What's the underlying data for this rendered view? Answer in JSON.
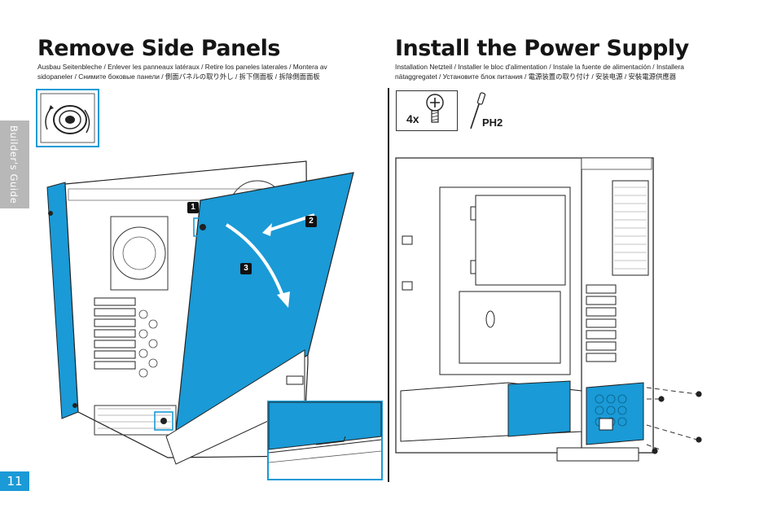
{
  "page": {
    "number": "11",
    "side_tab": "Builder's Guide"
  },
  "colors": {
    "accent": "#1a9ad6",
    "ink": "#1a1a1a",
    "tab_gray": "#b8b8b8"
  },
  "left": {
    "title": "Remove Side Panels",
    "subtitle_line1": "Ausbau Seitenbleche / Enlever les panneaux latéraux / Retire los paneles laterales / Montera av",
    "subtitle_line2": "sidopaneler / Снимите боковые панели / 側面パネルの取り外し / 拆下侧面板 / 拆除側面面板",
    "steps": [
      "1",
      "2",
      "3"
    ]
  },
  "right": {
    "title": "Install the Power Supply",
    "subtitle_line1": "Installation Netzteil / Installer le bloc d'alimentation / Instale la fuente de alimentación / Installera",
    "subtitle_line2": "nätaggregatet / Установите блок питания / 電源装置の取り付け / 安装电源 / 安裝電源供應器",
    "screw_qty": "4x",
    "screwdriver": "PH2"
  },
  "icons": [
    "thumbscrew-icon",
    "screw-icon",
    "screwdriver-icon"
  ]
}
